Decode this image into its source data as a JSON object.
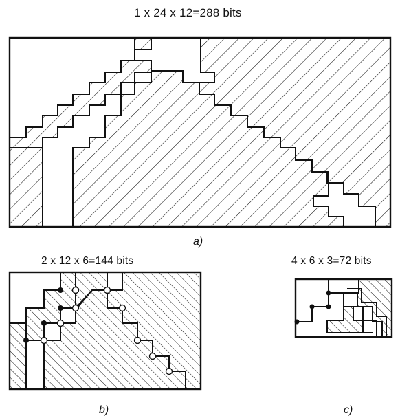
{
  "figure_a": {
    "caption": "1 x 24 x 12=288 bits",
    "label": "a)"
  },
  "figure_b": {
    "caption": "2 x 12 x 6=144 bits",
    "label": "b)"
  },
  "figure_c": {
    "caption": "4 x 6 x 3=72 bits",
    "label": "c)"
  }
}
